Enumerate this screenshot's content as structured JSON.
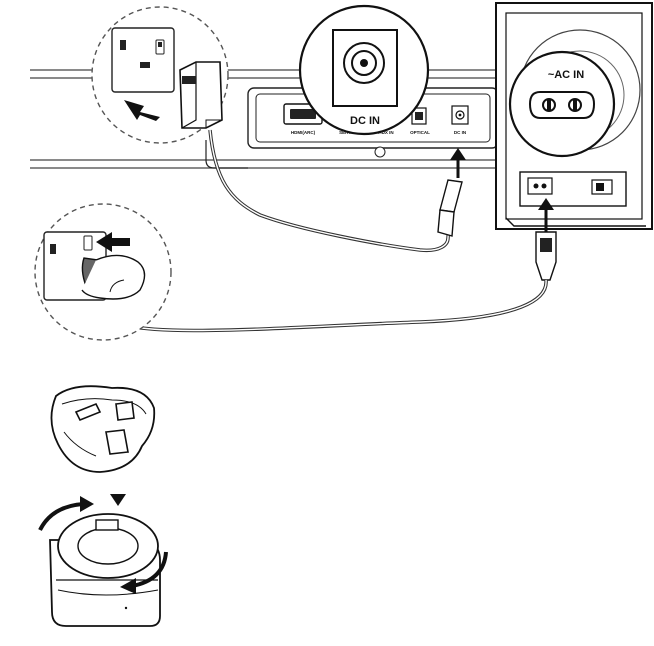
{
  "labels": {
    "dc_in_callout": "DC IN",
    "ac_in_callout": "~AC IN",
    "port_hdmi": "HDMI(ARC)",
    "port_service": "SERVICE",
    "port_aux": "AUX IN",
    "port_optical": "OPTICAL",
    "port_dc": "DC IN"
  }
}
